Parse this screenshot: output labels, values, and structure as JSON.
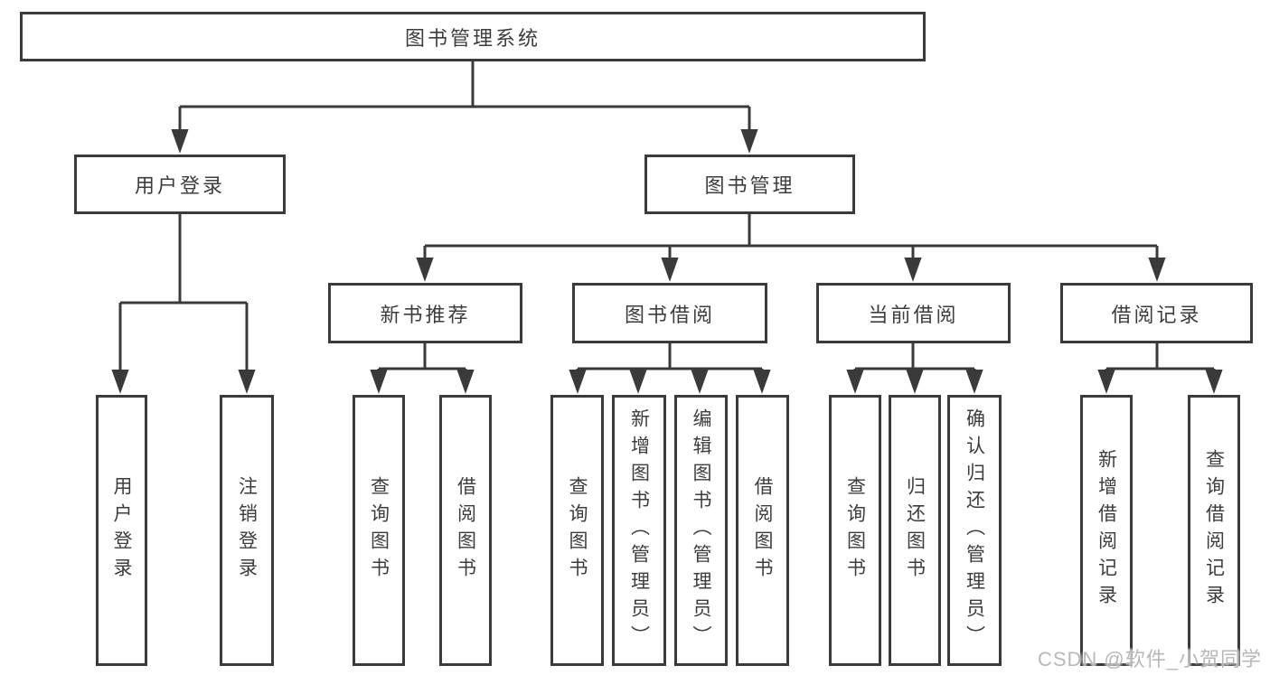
{
  "tree": {
    "root": {
      "label": "图书管理系统"
    },
    "branches": [
      {
        "label": "用户登录",
        "leaves": [
          {
            "label": "用户登录"
          },
          {
            "label": "注销登录"
          }
        ]
      },
      {
        "label": "图书管理",
        "groups": [
          {
            "label": "新书推荐",
            "leaves": [
              {
                "label": "查询图书"
              },
              {
                "label": "借阅图书"
              }
            ]
          },
          {
            "label": "图书借阅",
            "leaves": [
              {
                "label": "查询图书"
              },
              {
                "label": "新增图书（管理员）"
              },
              {
                "label": "编辑图书（管理员）"
              },
              {
                "label": "借阅图书"
              }
            ]
          },
          {
            "label": "当前借阅",
            "leaves": [
              {
                "label": "查询图书"
              },
              {
                "label": "归还图书"
              },
              {
                "label": "确认归还（管理员）"
              }
            ]
          },
          {
            "label": "借阅记录",
            "leaves": [
              {
                "label": "新增借阅记录"
              },
              {
                "label": "查询借阅记录"
              }
            ]
          }
        ]
      }
    ]
  },
  "watermark": {
    "text": "CSDN @软件_小贺同学"
  },
  "colors": {
    "line": "#3a3a3a",
    "box_border": "#3a3a3a",
    "box_fill": "#ffffff",
    "text": "#3d3d3d",
    "watermark": "#b8b8b8",
    "background": "#ffffff"
  }
}
